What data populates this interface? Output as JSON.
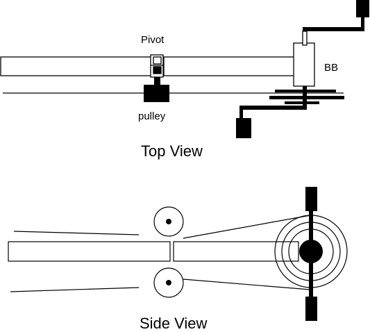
{
  "top_view": {
    "title": "Top View",
    "labels": {
      "pivot": "Pivot",
      "pulley": "pulley",
      "bb": "BB"
    }
  },
  "side_view": {
    "title": "Side View"
  },
  "colors": {
    "ink": "#000000",
    "paper": "#ffffff"
  }
}
